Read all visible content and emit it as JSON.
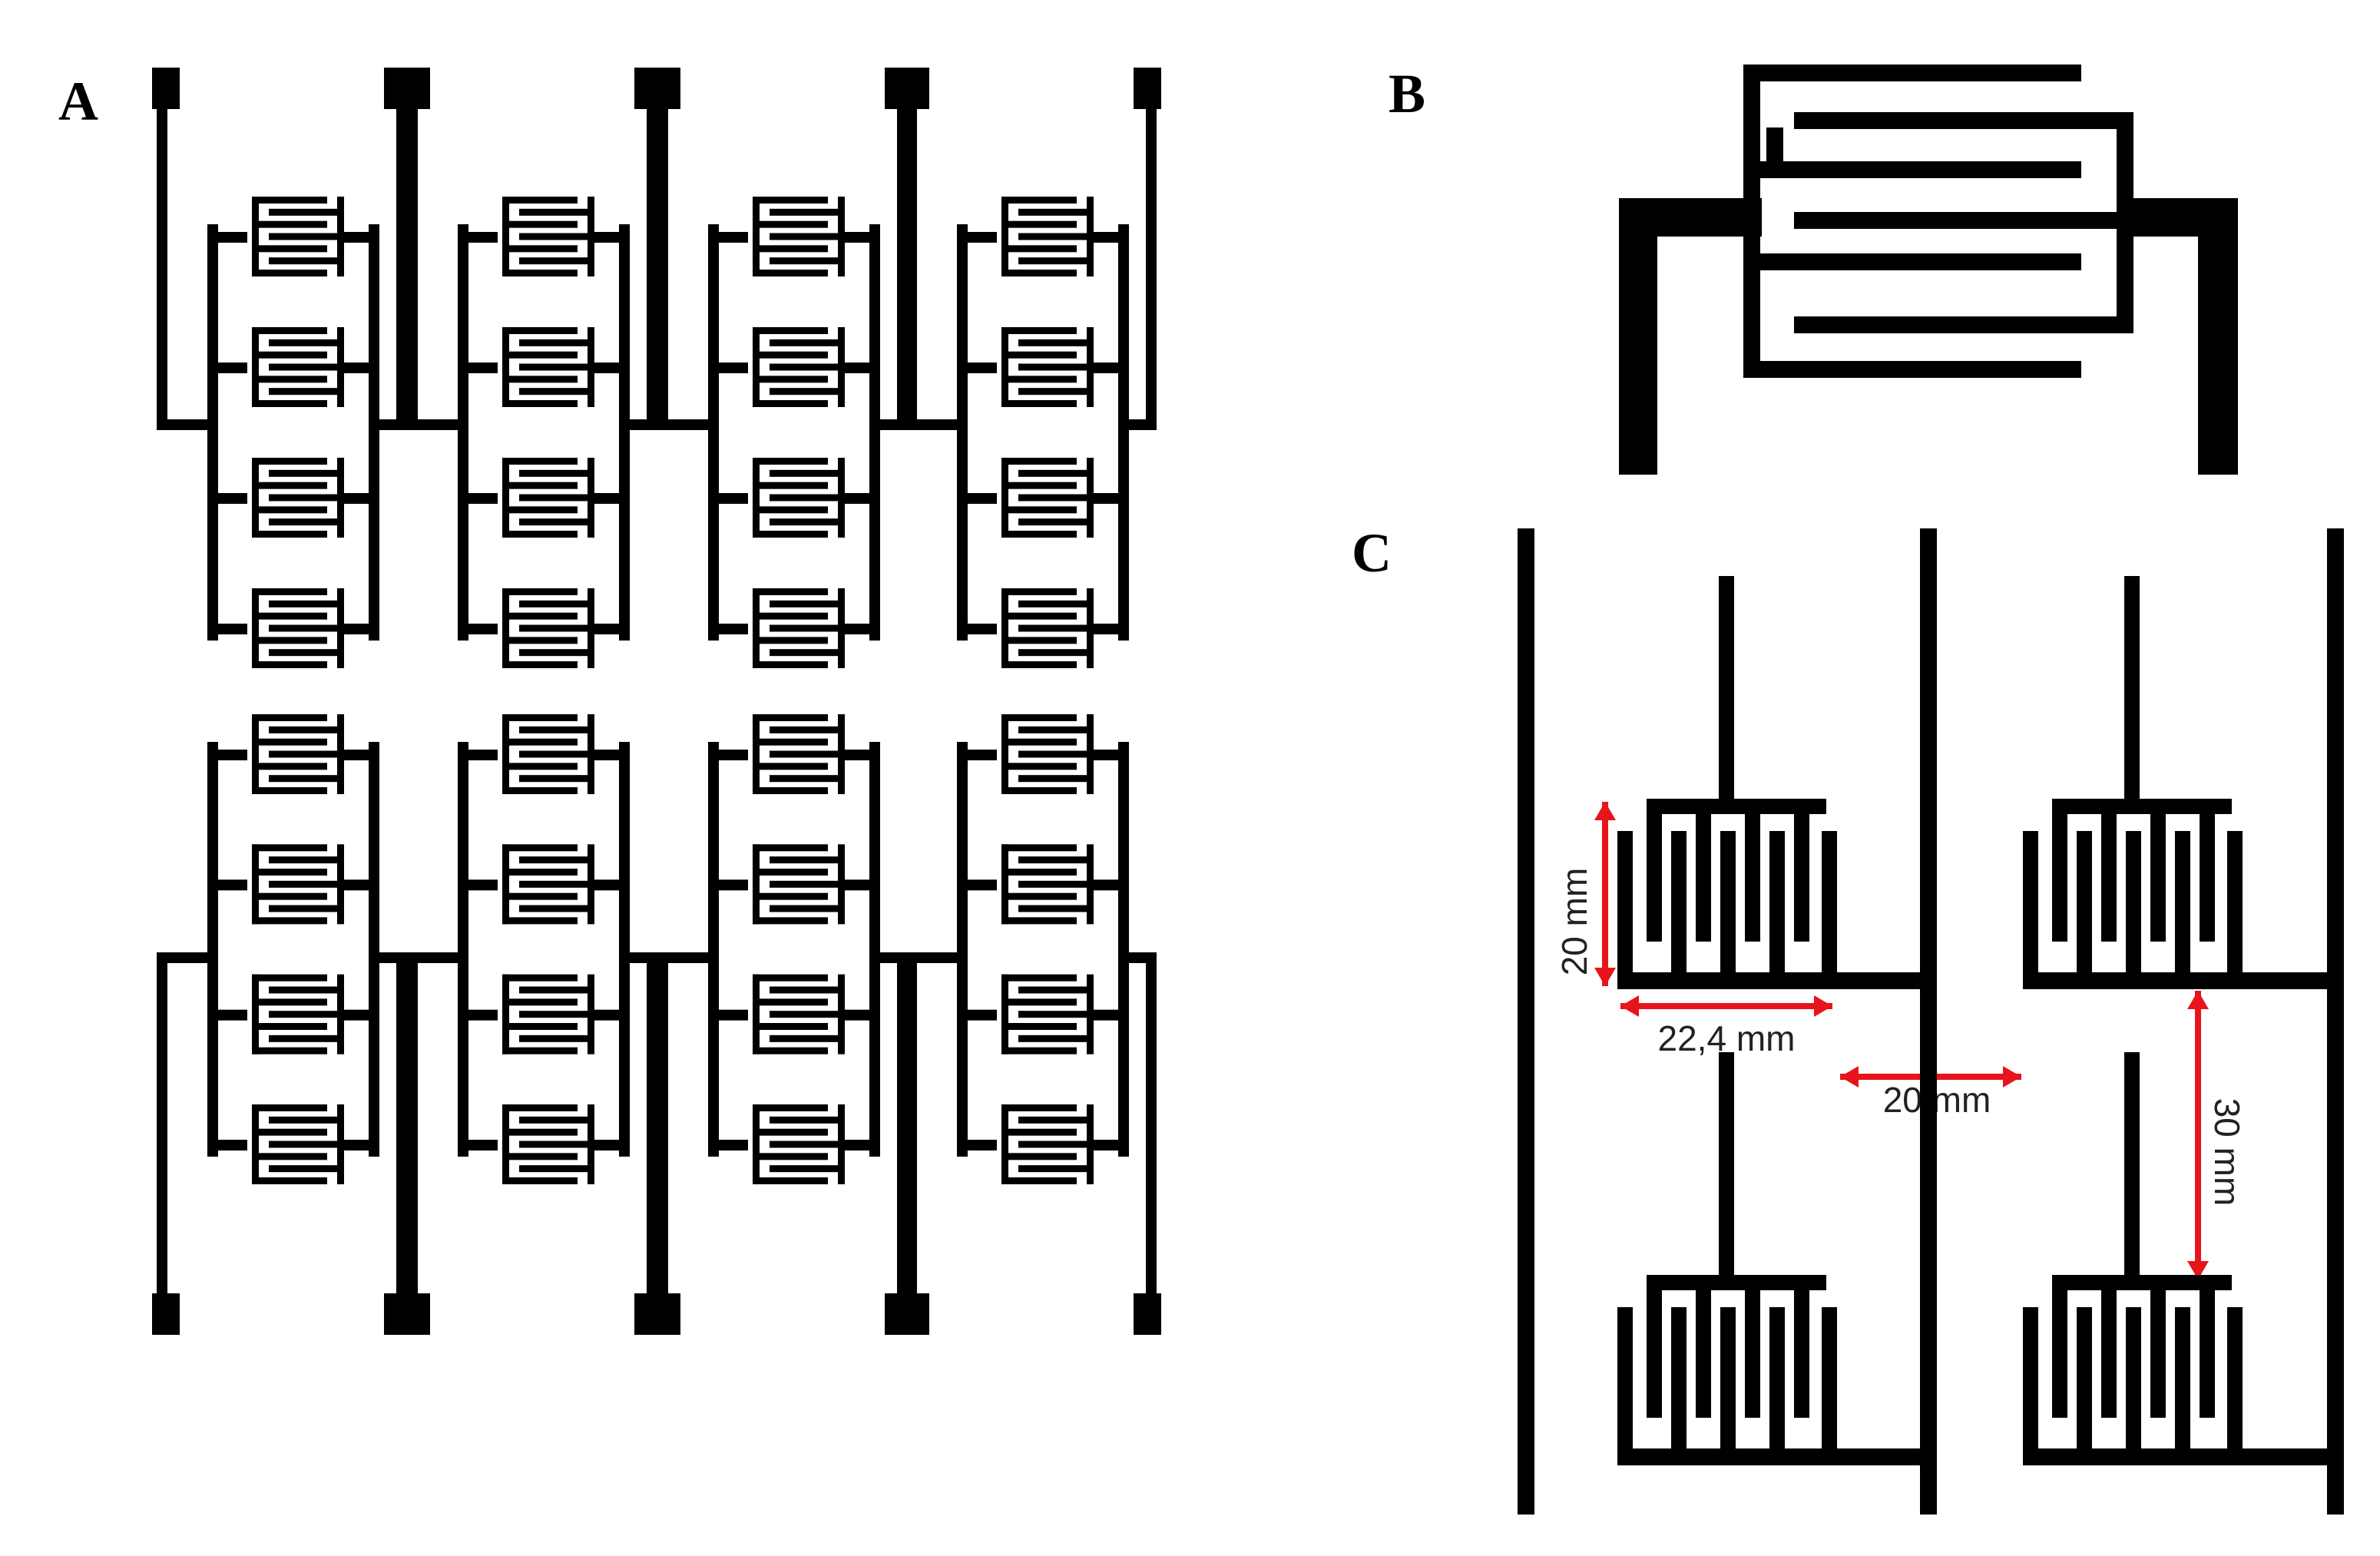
{
  "panels": {
    "a": {
      "label": "A"
    },
    "b": {
      "label": "B"
    },
    "c": {
      "label": "C",
      "dimensions": {
        "sensor_height": "20 mm",
        "sensor_width": "22,4 mm",
        "horizontal_gap": "20 mm",
        "vertical_gap": "30 mm"
      }
    }
  },
  "colors": {
    "trace": "#000000",
    "dimension_arrow": "#e8141b"
  }
}
